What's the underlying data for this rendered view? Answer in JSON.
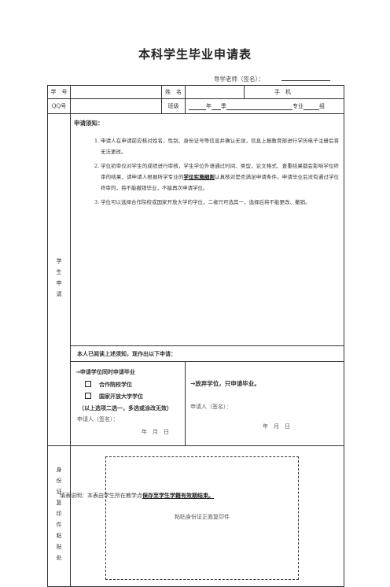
{
  "title": "本科学生毕业申请表",
  "advisor": {
    "label": "导学老师（签名）："
  },
  "row1": {
    "student_id": "学　号",
    "name": "姓　名",
    "phone": "手　机"
  },
  "row2": {
    "qq": "QQ号",
    "class": "班级",
    "year": "年",
    "season": "季",
    "major": "专业",
    "group": "组"
  },
  "side_labels": {
    "applicant": "学生申请",
    "idcard": "身份证复印件粘贴处"
  },
  "notice": {
    "title": "申请须知：",
    "items": [
      {
        "num": "1.",
        "text": "申请人在申请前应核对姓名、性别、身份证号等信息并确认无误，信息上报教育部进行学历电子注册后将无法更改。"
      },
      {
        "num": "2.",
        "text_before": "学位初审仅对学生的成绩进行审核，学生学位外语通过时间、类型，论文格式、查重结果都会影响学位终审的结果，请申请人根据所学专业的",
        "highlight": "学位实施细则",
        "text_after": "认真核对是否满足申请条件。申请毕业后没有通过学位终审的，将不能撤销毕业，不能再次申请学位。"
      },
      {
        "num": "3.",
        "text": "学位可以选择合作院校或国家开放大学的学位，二者只可选其一，选择后将不能更改、撤销。"
      }
    ]
  },
  "read_statement": "本人已阅读上述须知，现作出以下申请：",
  "option_left": {
    "heading": "→申请学位同时申请毕业",
    "choice1": "合作院校学位",
    "choice2": "国家开放大学学位",
    "note": "（以上选项二选一，多选或涂改无效）",
    "sign_label": "申请人（签名）：",
    "date": "年　月　日"
  },
  "option_right": {
    "heading": "→放弃学位，只申请毕业。",
    "sign_label": "申请人（签名）：",
    "date": "年　月　日"
  },
  "paste_area": {
    "label": "粘贴身份证正面复印件"
  },
  "footer": {
    "prefix": "填表说明：本表由学生所在教学点",
    "emphasis": "保存至学生学籍有效期结束。"
  }
}
